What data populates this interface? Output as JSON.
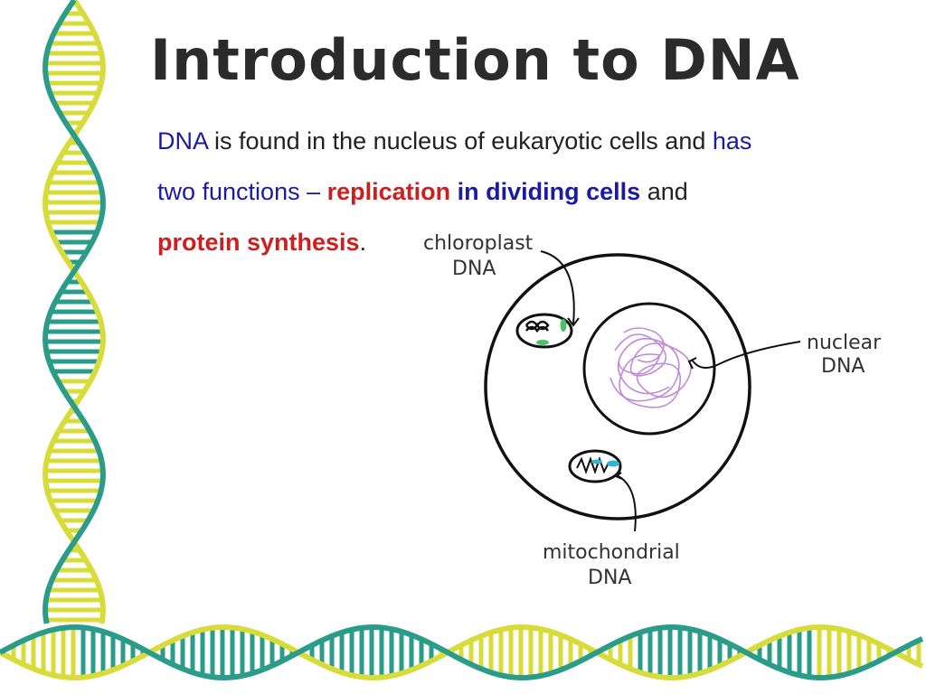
{
  "slide": {
    "title": "Introduction to DNA",
    "body": {
      "s1": "DNA",
      "s2": " is found in the nucleus of eukaryotic cells and ",
      "s3": "has",
      "s4": "two functions – ",
      "s5": "replication",
      "s6": " ",
      "s7": "in dividing cells",
      "s8": " and",
      "s9": "protein synthesis",
      "s10": "."
    }
  },
  "diagram": {
    "labels": {
      "chloroplast_line1": "chloroplast",
      "chloroplast_line2": "DNA",
      "nuclear_line1": "nuclear",
      "nuclear_line2": "DNA",
      "mito_line1": "mitochondrial",
      "mito_line2": "DNA"
    }
  },
  "colors": {
    "highlight_blue": "#1a1aa6",
    "highlight_red": "#cc1f1f",
    "helix_yellow": "#d8dc3a",
    "helix_teal": "#2b9c8a",
    "nuclear_dna": "#c08ad8"
  }
}
